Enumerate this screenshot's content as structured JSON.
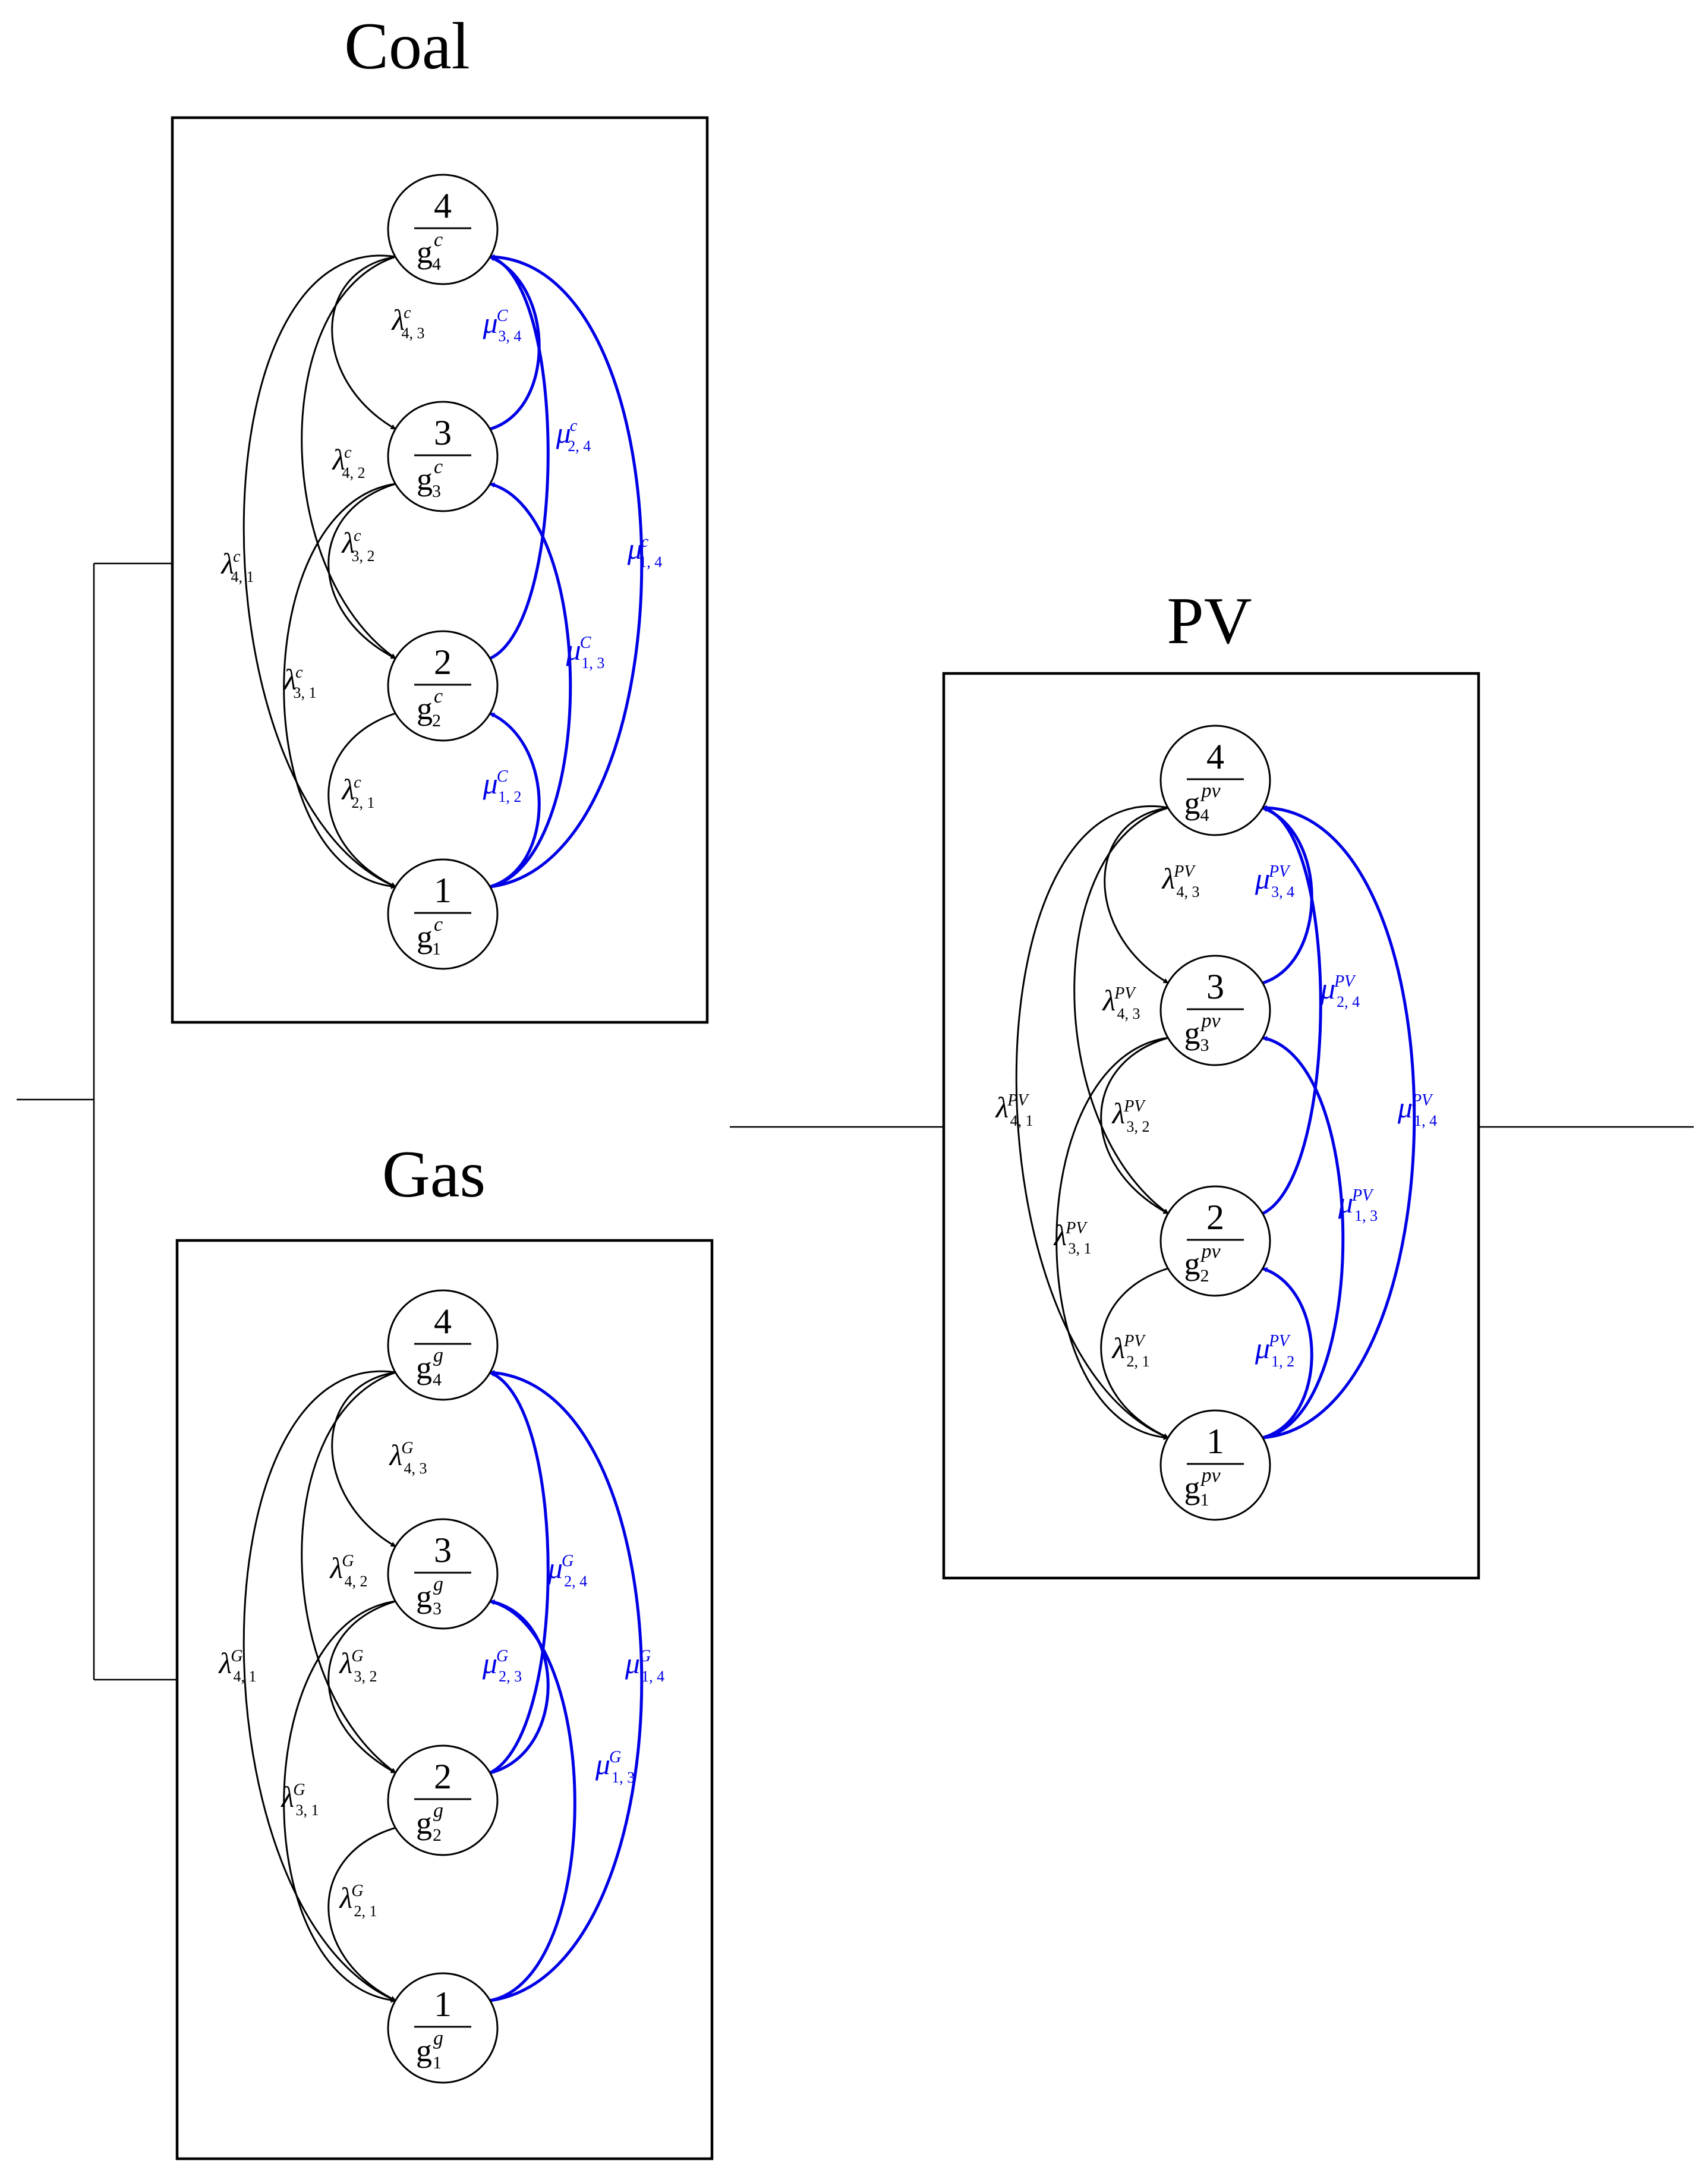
{
  "groups": [
    {
      "id": "coal",
      "title": "Coal",
      "g_sup": "c",
      "lambda_edges": [
        {
          "from": 4,
          "to": 3,
          "sup": "c",
          "sub": "4, 3"
        },
        {
          "from": 4,
          "to": 2,
          "sup": "c",
          "sub": "4, 2"
        },
        {
          "from": 4,
          "to": 1,
          "sup": "c",
          "sub": "4, 1"
        },
        {
          "from": 3,
          "to": 2,
          "sup": "c",
          "sub": "3, 2"
        },
        {
          "from": 3,
          "to": 1,
          "sup": "c",
          "sub": "3, 1"
        },
        {
          "from": 2,
          "to": 1,
          "sup": "c",
          "sub": "2, 1"
        }
      ],
      "mu_edges": [
        {
          "from": 3,
          "to": 4,
          "sup": "C",
          "sub": "3, 4"
        },
        {
          "from": 2,
          "to": 4,
          "sup": "c",
          "sub": "2, 4"
        },
        {
          "from": 1,
          "to": 4,
          "sup": "c",
          "sub": "1, 4"
        },
        {
          "from": 1,
          "to": 3,
          "sup": "C",
          "sub": "1, 3"
        },
        {
          "from": 1,
          "to": 2,
          "sup": "C",
          "sub": "1, 2"
        }
      ]
    },
    {
      "id": "gas",
      "title": "Gas",
      "g_sup": "g",
      "lambda_edges": [
        {
          "from": 4,
          "to": 3,
          "sup": "G",
          "sub": "4, 3"
        },
        {
          "from": 4,
          "to": 2,
          "sup": "G",
          "sub": "4, 2"
        },
        {
          "from": 4,
          "to": 1,
          "sup": "G",
          "sub": "4, 1"
        },
        {
          "from": 3,
          "to": 2,
          "sup": "G",
          "sub": "3, 2"
        },
        {
          "from": 3,
          "to": 1,
          "sup": "G",
          "sub": "3, 1"
        },
        {
          "from": 2,
          "to": 1,
          "sup": "G",
          "sub": "2, 1"
        }
      ],
      "mu_edges": [
        {
          "from": 2,
          "to": 4,
          "sup": "G",
          "sub": "2, 4"
        },
        {
          "from": 2,
          "to": 3,
          "sup": "G",
          "sub": "2, 3"
        },
        {
          "from": 1,
          "to": 4,
          "sup": "G",
          "sub": "1, 4"
        },
        {
          "from": 1,
          "to": 3,
          "sup": "G",
          "sub": "1, 3"
        }
      ]
    },
    {
      "id": "pv",
      "title": "PV",
      "g_sup": "pv",
      "lambda_edges": [
        {
          "from": 4,
          "to": 3,
          "sup": "PV",
          "sub": "4, 3"
        },
        {
          "from": 4,
          "to": 2,
          "sup": "PV",
          "sub": "4, 3"
        },
        {
          "from": 4,
          "to": 1,
          "sup": "PV",
          "sub": "4, 1"
        },
        {
          "from": 3,
          "to": 2,
          "sup": "PV",
          "sub": "3, 2"
        },
        {
          "from": 3,
          "to": 1,
          "sup": "PV",
          "sub": "3, 1"
        },
        {
          "from": 2,
          "to": 1,
          "sup": "PV",
          "sub": "2, 1"
        }
      ],
      "mu_edges": [
        {
          "from": 3,
          "to": 4,
          "sup": "PV",
          "sub": "3, 4"
        },
        {
          "from": 2,
          "to": 4,
          "sup": "PV",
          "sub": "2, 4"
        },
        {
          "from": 1,
          "to": 4,
          "sup": "PV",
          "sub": "1, 4"
        },
        {
          "from": 1,
          "to": 3,
          "sup": "PV",
          "sub": "1, 3"
        },
        {
          "from": 1,
          "to": 2,
          "sup": "PV",
          "sub": "1, 2"
        }
      ]
    }
  ],
  "states": [
    1,
    2,
    3,
    4
  ],
  "symbols": {
    "lambda": "λ",
    "mu": "μ"
  },
  "colors": {
    "lambda": "#000000",
    "mu": "#0000e6"
  }
}
